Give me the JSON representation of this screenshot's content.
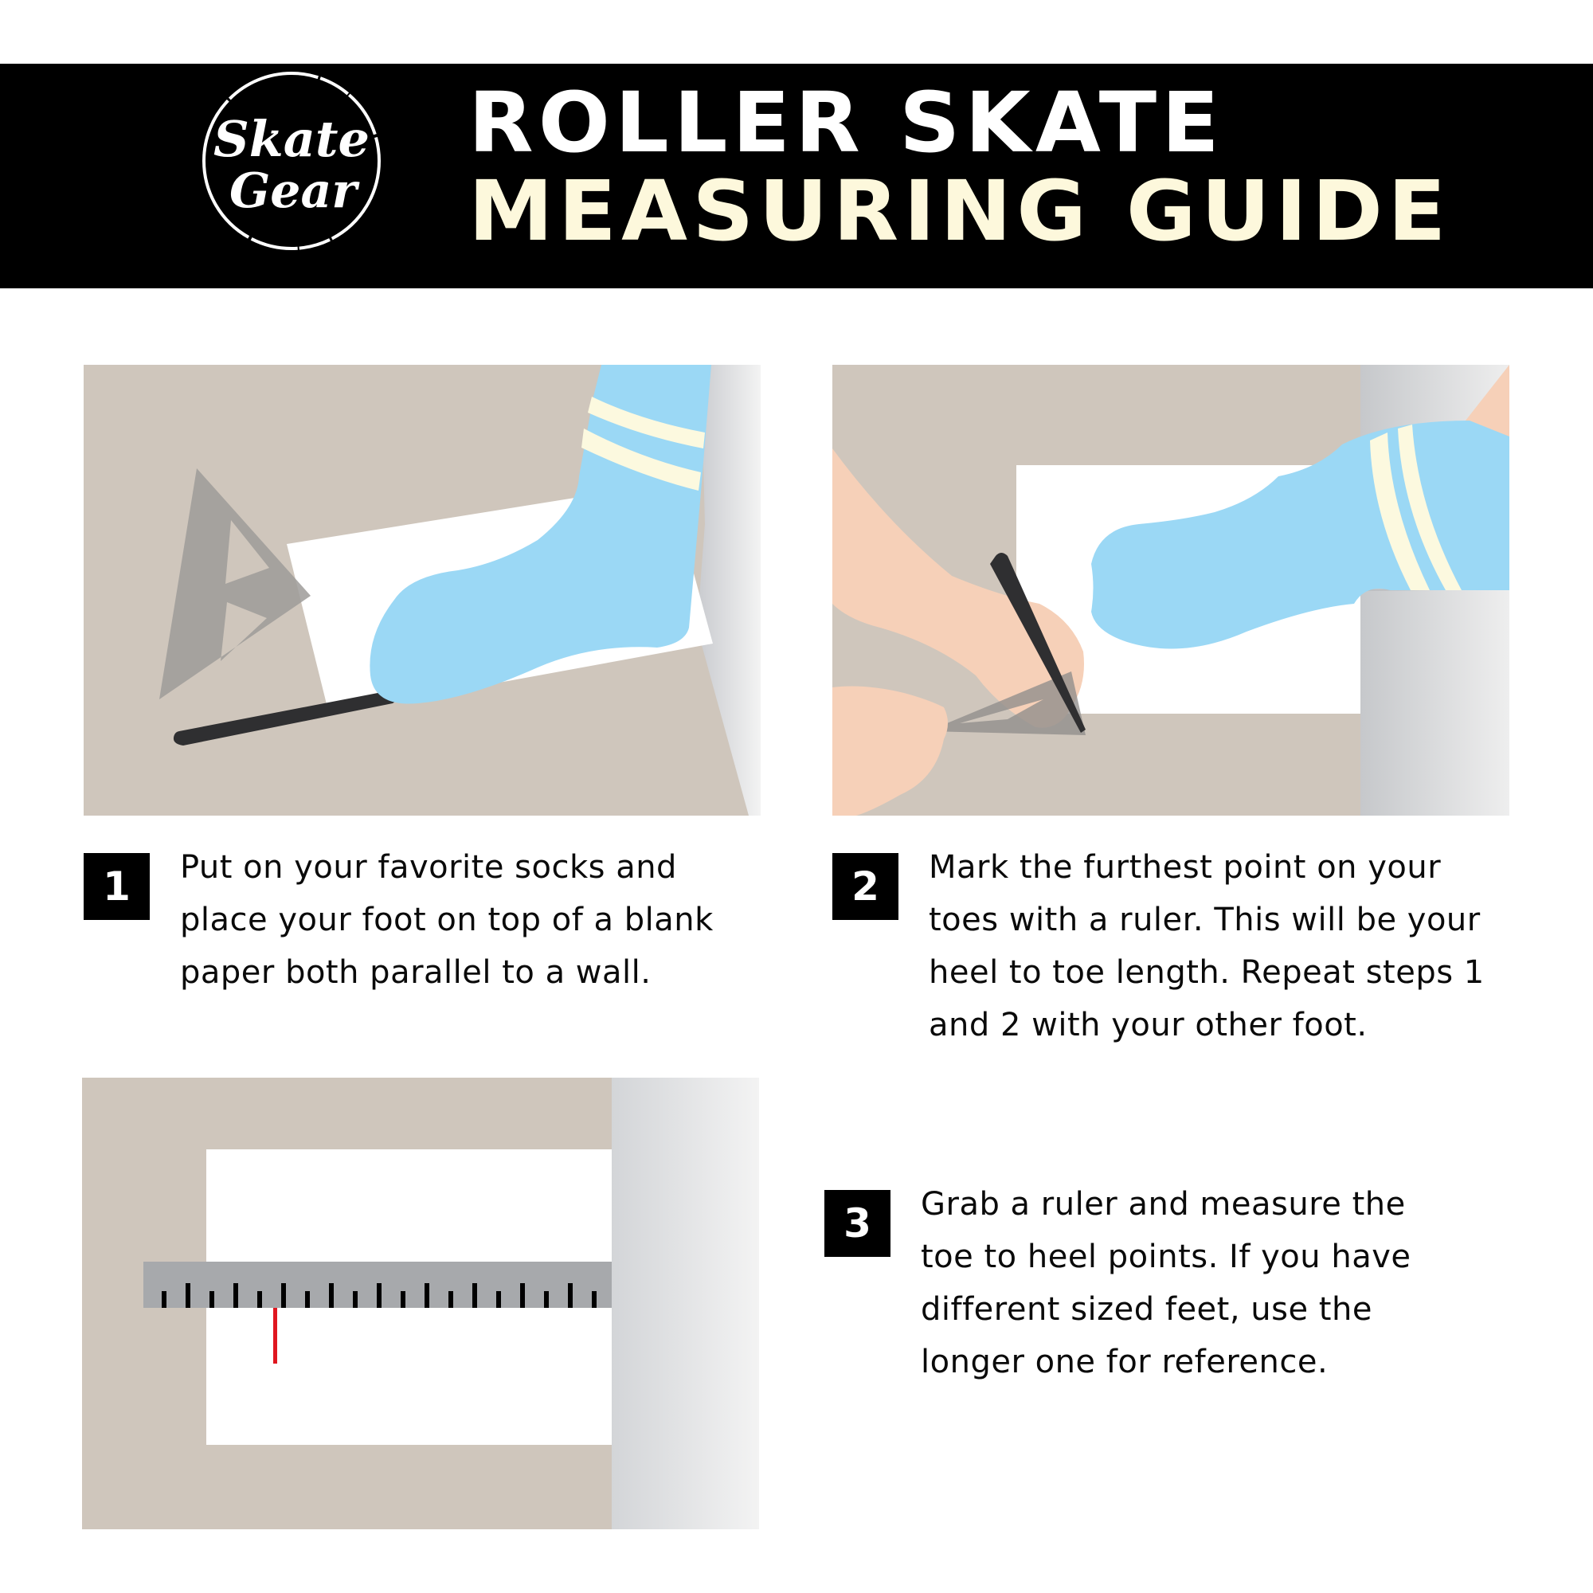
{
  "header": {
    "logo": {
      "line1": "Skate",
      "line2": "Gear"
    },
    "title_line1": "ROLLER SKATE",
    "title_line2": "MEASURING GUIDE",
    "colors": {
      "bar": "#000000",
      "title_line1": "#ffffff",
      "title_line2": "#fdf8dc"
    }
  },
  "steps": [
    {
      "number": "1",
      "lines": [
        "Put on your favorite socks and",
        "place your foot on top of a blank",
        "paper both parallel to a wall."
      ],
      "illustration": "sock-foot-on-paper-with-set-square-and-pencil"
    },
    {
      "number": "2",
      "lines": [
        "Mark the furthest point on your",
        "toes with a ruler. This will be your",
        "heel to toe length. Repeat steps 1",
        "and 2 with your other foot."
      ],
      "illustration": "hands-marking-toe-point-with-pencil-and-set-square"
    },
    {
      "number": "3",
      "lines": [
        "Grab a ruler and measure the",
        "toe to heel points. If you have",
        "different sized feet, use the",
        "longer one for reference."
      ],
      "illustration": "ruler-measuring-marked-paper"
    }
  ],
  "palette": {
    "floor": "#cfc6bc",
    "paper": "#ffffff",
    "sock": "#9bd8f5",
    "sock_stripe": "#fcf9df",
    "skin": "#f6d0b8",
    "set_square": "#9e9b99",
    "pencil": "#2f2f31",
    "ruler": "#a7a9ac",
    "mark": "#e0161f"
  }
}
